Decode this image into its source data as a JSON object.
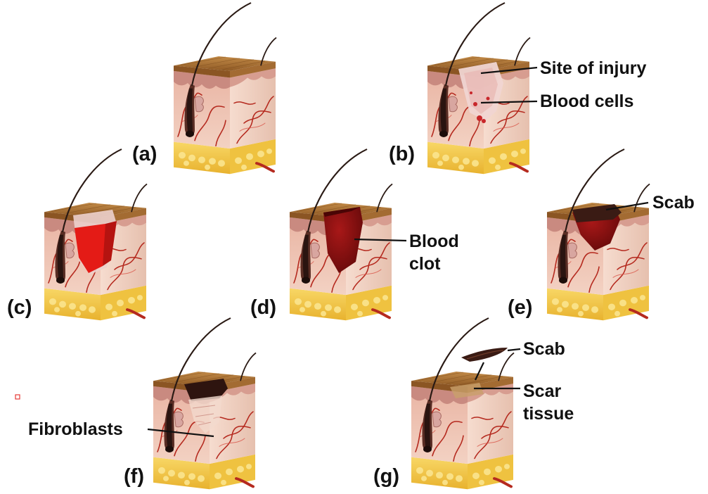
{
  "colors": {
    "epidermis_top": "#b07a3c",
    "epidermis_dark": "#7d4e1e",
    "dermis": "#f0cdbd",
    "dermis_side": "#e7bba8",
    "fat": "#f3c94c",
    "fat_dark": "#d9a620",
    "vessel": "#b52a1f",
    "hair": "#2a1a14",
    "wound_fresh": "#e41b16",
    "clot": "#7a0c0c",
    "scab": "#3a1b14",
    "marker": "#e53935"
  },
  "panels": [
    {
      "id": "a",
      "label": "(a)",
      "stage": "intact"
    },
    {
      "id": "b",
      "label": "(b)",
      "stage": "injury",
      "annotations": [
        "Site of injury",
        "Blood cells"
      ]
    },
    {
      "id": "c",
      "label": "(c)",
      "stage": "bleeding"
    },
    {
      "id": "d",
      "label": "(d)",
      "stage": "clot",
      "annotations": [
        "Blood",
        "clot"
      ]
    },
    {
      "id": "e",
      "label": "(e)",
      "stage": "scab",
      "annotations": [
        "Scab"
      ]
    },
    {
      "id": "f",
      "label": "(f)",
      "stage": "fibroblasts",
      "annotations": [
        "Fibroblasts"
      ]
    },
    {
      "id": "g",
      "label": "(g)",
      "stage": "scar",
      "annotations": [
        "Scab",
        "Scar",
        "tissue"
      ]
    }
  ]
}
